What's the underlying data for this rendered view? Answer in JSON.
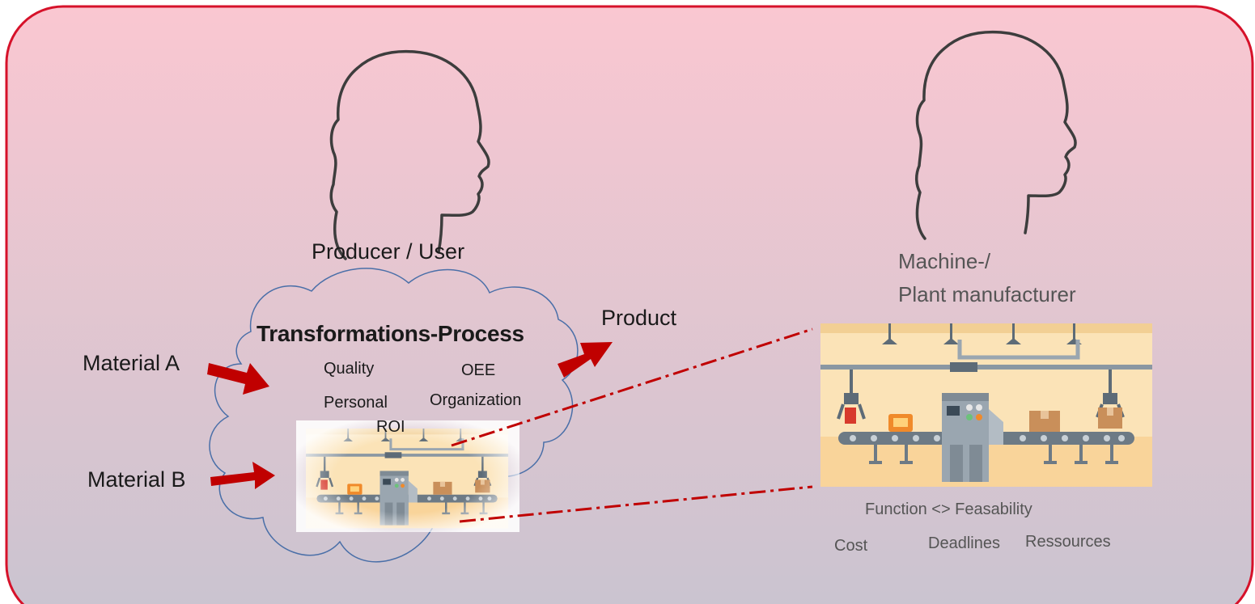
{
  "colors": {
    "frame_border": "#d6122a",
    "background_top": "#fac7d1",
    "background_bottom": "#c9c4d0",
    "arrow": "#c00000",
    "cloud_outline": "#4a6fa8",
    "dashed_line": "#c00000",
    "factory_wall": "#fbe3b7",
    "factory_floor": "#f9d49a",
    "machine": "#9aa6b0"
  },
  "left": {
    "role": "Producer / User",
    "process_title": "Transformations-Process",
    "factors": [
      "Quality",
      "OEE",
      "Personal",
      "Organization",
      "ROI"
    ],
    "inputs": [
      "Material A",
      "Material B"
    ],
    "output": "Product"
  },
  "right": {
    "role_line1": "Machine-/",
    "role_line2": "Plant manufacturer",
    "function": "Function <> Feasability",
    "constraints": [
      "Cost",
      "Deadlines",
      "Ressources"
    ]
  },
  "icons": [
    "head-silhouette-icon",
    "factory-conveyor-icon",
    "arrow-icon"
  ]
}
